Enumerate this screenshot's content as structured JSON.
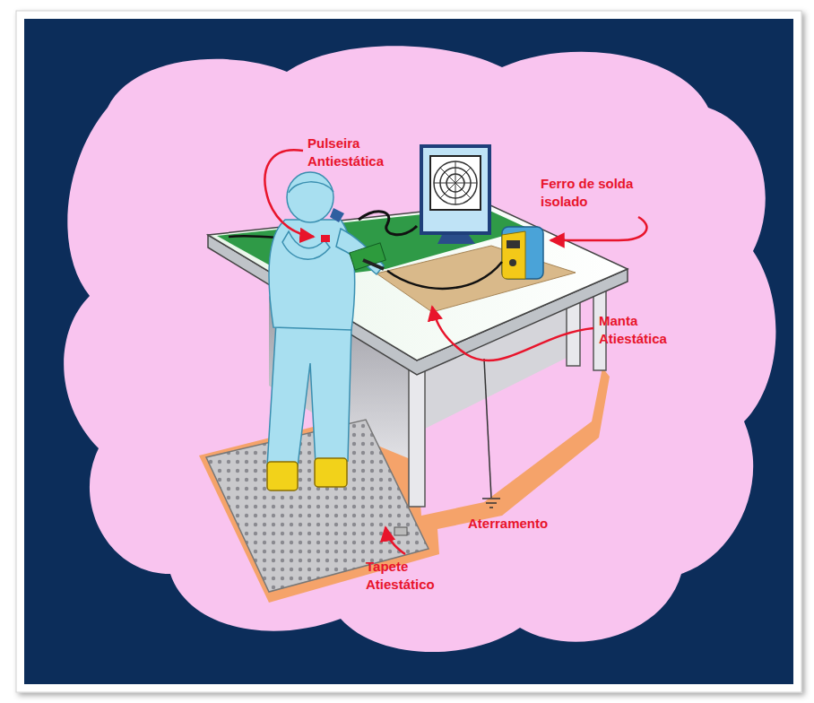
{
  "diagram": {
    "labels": [
      "Pulseira Antiestática",
      "Ferro de solda isolado",
      "Manta Atiestática",
      "Aterramento",
      "Tapete Atiestático"
    ]
  }
}
